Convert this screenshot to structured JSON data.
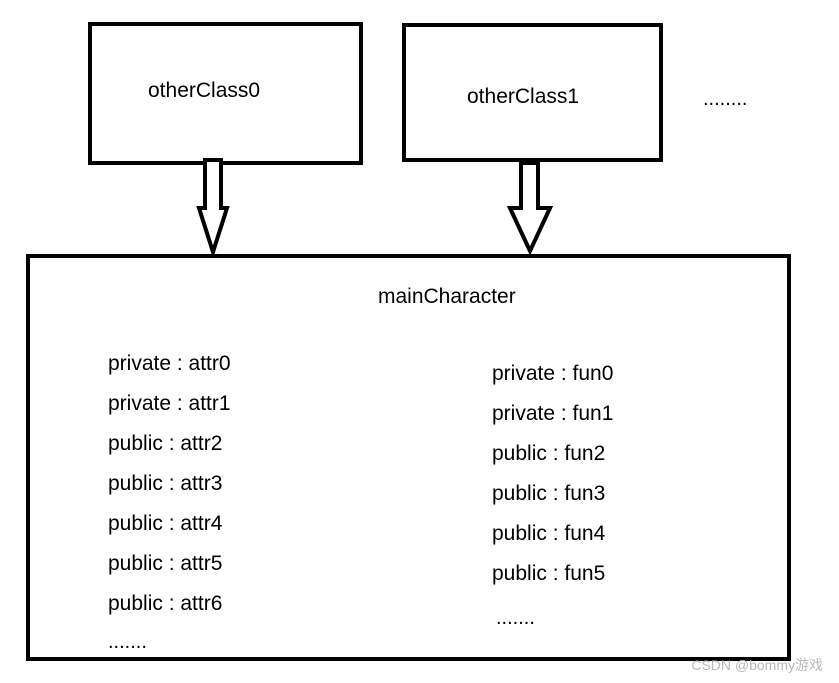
{
  "nodes": {
    "other_class_0": {
      "label": "otherClass0"
    },
    "other_class_1": {
      "label": "otherClass1"
    },
    "more_classes_label": "........",
    "main_character": {
      "title": "mainCharacter",
      "attributes": [
        "private : attr0",
        "private : attr1",
        "public : attr2",
        "public : attr3",
        "public : attr4",
        "public : attr5",
        "public : attr6"
      ],
      "attributes_more": ".......",
      "functions": [
        "private : fun0",
        "private : fun1",
        "public : fun2",
        "public : fun3",
        "public : fun4",
        "public : fun5"
      ],
      "functions_more": "......."
    }
  },
  "edges": [
    {
      "from": "otherClass0",
      "to": "mainCharacter",
      "style": "hollow-block-arrow"
    },
    {
      "from": "otherClass1",
      "to": "mainCharacter",
      "style": "hollow-block-arrow"
    }
  ],
  "watermark": "CSDN @bommy游戏"
}
